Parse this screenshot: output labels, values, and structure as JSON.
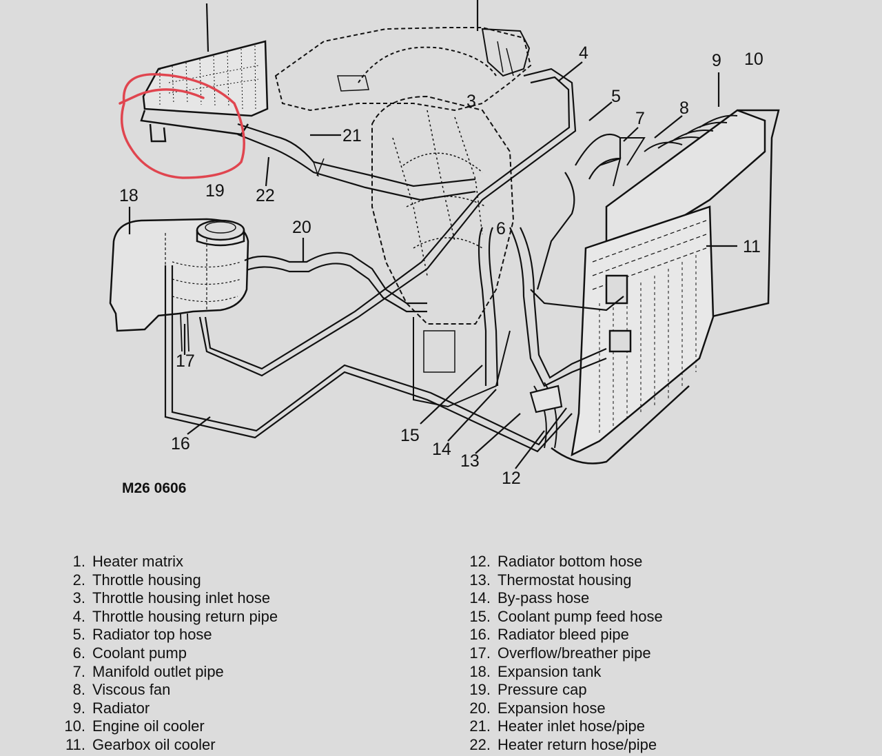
{
  "diagram": {
    "code": "M26 0606",
    "callouts": [
      {
        "id": "c3",
        "text": "3"
      },
      {
        "id": "c4",
        "text": "4"
      },
      {
        "id": "c5",
        "text": "5"
      },
      {
        "id": "c6",
        "text": "6"
      },
      {
        "id": "c7",
        "text": "7"
      },
      {
        "id": "c8",
        "text": "8"
      },
      {
        "id": "c9",
        "text": "9"
      },
      {
        "id": "c10",
        "text": "10"
      },
      {
        "id": "c11",
        "text": "11"
      },
      {
        "id": "c12",
        "text": "12"
      },
      {
        "id": "c13",
        "text": "13"
      },
      {
        "id": "c14",
        "text": "14"
      },
      {
        "id": "c15",
        "text": "15"
      },
      {
        "id": "c16",
        "text": "16"
      },
      {
        "id": "c17",
        "text": "17"
      },
      {
        "id": "c18",
        "text": "18"
      },
      {
        "id": "c19",
        "text": "19"
      },
      {
        "id": "c20",
        "text": "20"
      },
      {
        "id": "c21",
        "text": "21"
      },
      {
        "id": "c22",
        "text": "22"
      }
    ],
    "annotation_color": "#e0454f"
  },
  "legend": {
    "left": [
      {
        "num": "1.",
        "label": "Heater matrix"
      },
      {
        "num": "2.",
        "label": "Throttle housing"
      },
      {
        "num": "3.",
        "label": "Throttle housing inlet hose"
      },
      {
        "num": "4.",
        "label": "Throttle housing return pipe"
      },
      {
        "num": "5.",
        "label": "Radiator top hose"
      },
      {
        "num": "6.",
        "label": "Coolant pump"
      },
      {
        "num": "7.",
        "label": "Manifold outlet pipe"
      },
      {
        "num": "8.",
        "label": "Viscous fan"
      },
      {
        "num": "9.",
        "label": "Radiator"
      },
      {
        "num": "10.",
        "label": "Engine oil cooler"
      },
      {
        "num": "11.",
        "label": "Gearbox oil cooler"
      }
    ],
    "right": [
      {
        "num": "12.",
        "label": "Radiator bottom hose"
      },
      {
        "num": "13.",
        "label": "Thermostat housing"
      },
      {
        "num": "14.",
        "label": "By-pass hose"
      },
      {
        "num": "15.",
        "label": "Coolant pump feed hose"
      },
      {
        "num": "16.",
        "label": "Radiator bleed pipe"
      },
      {
        "num": "17.",
        "label": "Overflow/breather pipe"
      },
      {
        "num": "18.",
        "label": "Expansion tank"
      },
      {
        "num": "19.",
        "label": "Pressure cap"
      },
      {
        "num": "20.",
        "label": "Expansion hose"
      },
      {
        "num": "21.",
        "label": "Heater inlet hose/pipe"
      },
      {
        "num": "22.",
        "label": "Heater return hose/pipe"
      }
    ]
  }
}
